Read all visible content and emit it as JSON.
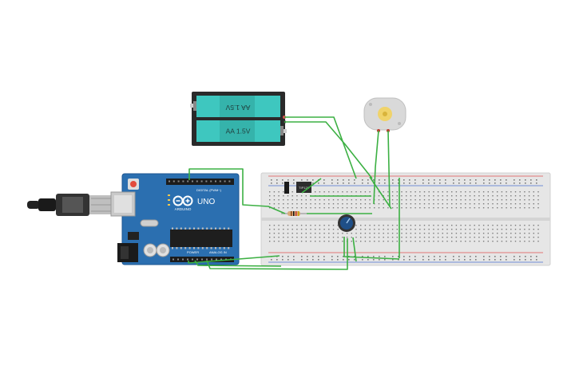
{
  "battery": {
    "cell_top_label": "AA 1.5V",
    "cell_bottom_label": "AA 1.5V",
    "cell_color": "#3ec7bf",
    "case_color": "#2a2a2a"
  },
  "arduino": {
    "model": "UNO",
    "brand": "ARDUINO",
    "header_digital": "DIGITAL (PWM~)",
    "header_power": "POWER",
    "header_analog": "ANALOG IN",
    "board_color": "#2b6fb0"
  },
  "transistor": {
    "label": "TIP120"
  },
  "colors": {
    "wire": "#3cb043",
    "breadboard": "#e6e6e6",
    "hole": "#7a7a7a",
    "rail_red": "#e05050",
    "rail_blue": "#4d6fd0",
    "motor_body": "#d9d9d9",
    "motor_shaft": "#f0d36a",
    "pot_knob": "#1f4f87"
  },
  "icons": {
    "usb_cable": "usb-plug-icon",
    "reset_button": "reset-button-icon",
    "motor": "dc-motor-icon",
    "potentiometer": "potentiometer-icon",
    "resistor": "resistor-icon"
  }
}
